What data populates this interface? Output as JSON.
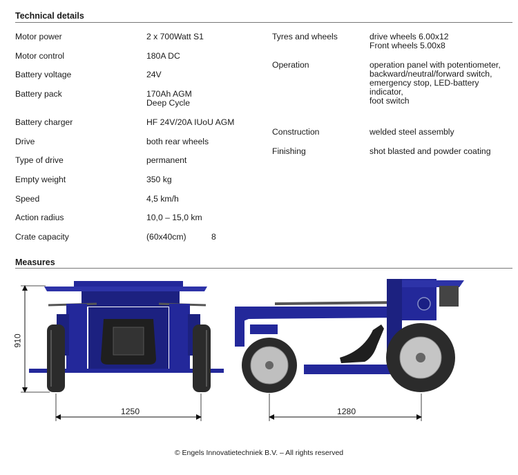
{
  "sections": {
    "technical": "Technical details",
    "measures": "Measures"
  },
  "specs_left": [
    {
      "label": "Motor power",
      "value": "2 x 700Watt S1"
    },
    {
      "label": "Motor control",
      "value": "180A DC"
    },
    {
      "label": "Battery voltage",
      "value": "24V"
    },
    {
      "label": "Battery pack",
      "value": "170Ah AGM\nDeep Cycle"
    },
    {
      "label": "Battery charger",
      "value": "HF 24V/20A IUoU AGM"
    },
    {
      "label": "Drive",
      "value": "both rear wheels"
    },
    {
      "label": "Type of drive",
      "value": "permanent"
    },
    {
      "label": "Empty weight",
      "value": "350 kg"
    },
    {
      "label": "Speed",
      "value": "4,5 km/h"
    },
    {
      "label": "Action radius",
      "value": "10,0 – 15,0 km"
    },
    {
      "label": "Crate capacity",
      "value": "(60x40cm)",
      "extra": "8"
    }
  ],
  "specs_right": [
    {
      "label": "Tyres and wheels",
      "value": "drive wheels 6.00x12\nFront wheels 5.00x8"
    },
    {
      "label": "Operation",
      "value": "operation panel with potentiometer,\nbackward/neutral/forward switch,\nemergency stop, LED-battery\nindicator,\nfoot switch"
    },
    {
      "label": "Construction",
      "value": "welded steel assembly"
    },
    {
      "label": "Finishing",
      "value": "shot blasted and powder coating"
    }
  ],
  "dimensions": {
    "height": "910",
    "width_front": "1250",
    "length_side": "1280"
  },
  "footer": "© Engels Innovatietechniek B.V. – All rights reserved",
  "colors": {
    "frame": "#23289a",
    "frame_dark": "#151a6e",
    "tyre": "#2b2b2b"
  }
}
